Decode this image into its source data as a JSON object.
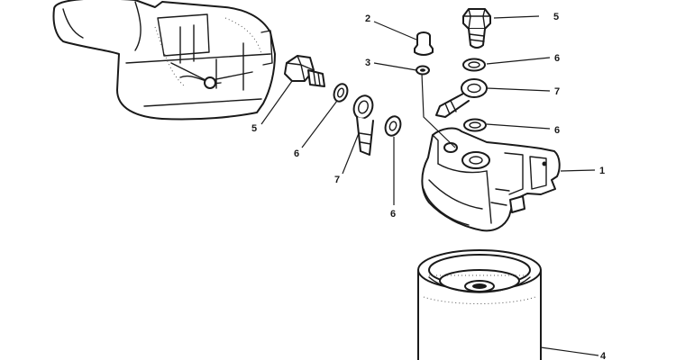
{
  "callouts": {
    "c1": "1",
    "c2": "2",
    "c3": "3",
    "c4": "4",
    "c5_top": "5",
    "c5_left": "5",
    "c6_upper": "6",
    "c6_lower_right": "6",
    "c6_left": "6",
    "c6_center": "6",
    "c7_right": "7",
    "c7_left": "7"
  }
}
